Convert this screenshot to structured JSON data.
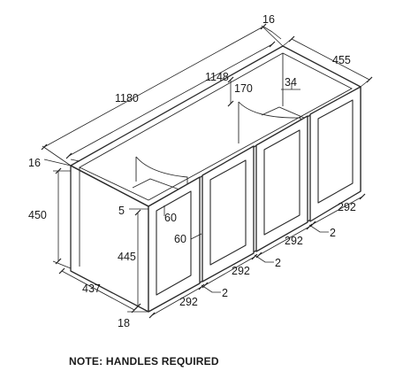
{
  "dimensions": {
    "d16_top": "16",
    "d455": "455",
    "d1148": "1148",
    "d1180": "1180",
    "d170": "170",
    "d34": "34",
    "d16_left": "16",
    "d450": "450",
    "d5": "5",
    "d60_top": "60",
    "d60_side": "60",
    "d445": "445",
    "d437": "437",
    "d18": "18",
    "d292_a": "292",
    "d292_b": "292",
    "d292_c": "292",
    "d292_d": "292",
    "d2_a": "2",
    "d2_b": "2",
    "d2_c": "2"
  },
  "note": "NOTE: HANDLES REQUIRED"
}
